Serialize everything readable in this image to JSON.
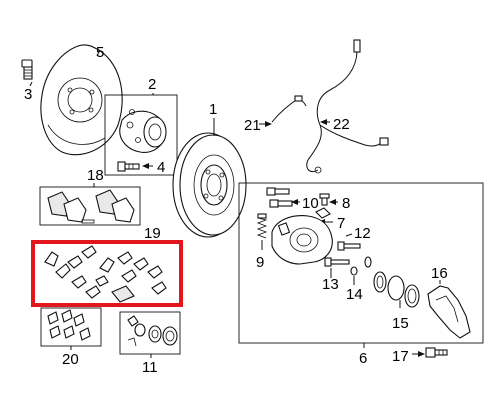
{
  "highlight_color": "#e3161b",
  "callouts": {
    "c1": "1",
    "c2": "2",
    "c3": "3",
    "c4": "4",
    "c5": "5",
    "c6": "6",
    "c7": "7",
    "c8": "8",
    "c9": "9",
    "c10": "10",
    "c11": "11",
    "c12": "12",
    "c13": "13",
    "c14": "14",
    "c15": "15",
    "c16": "16",
    "c17": "17",
    "c18": "18",
    "c19": "19",
    "c20": "20",
    "c21": "21",
    "c22": "22"
  }
}
